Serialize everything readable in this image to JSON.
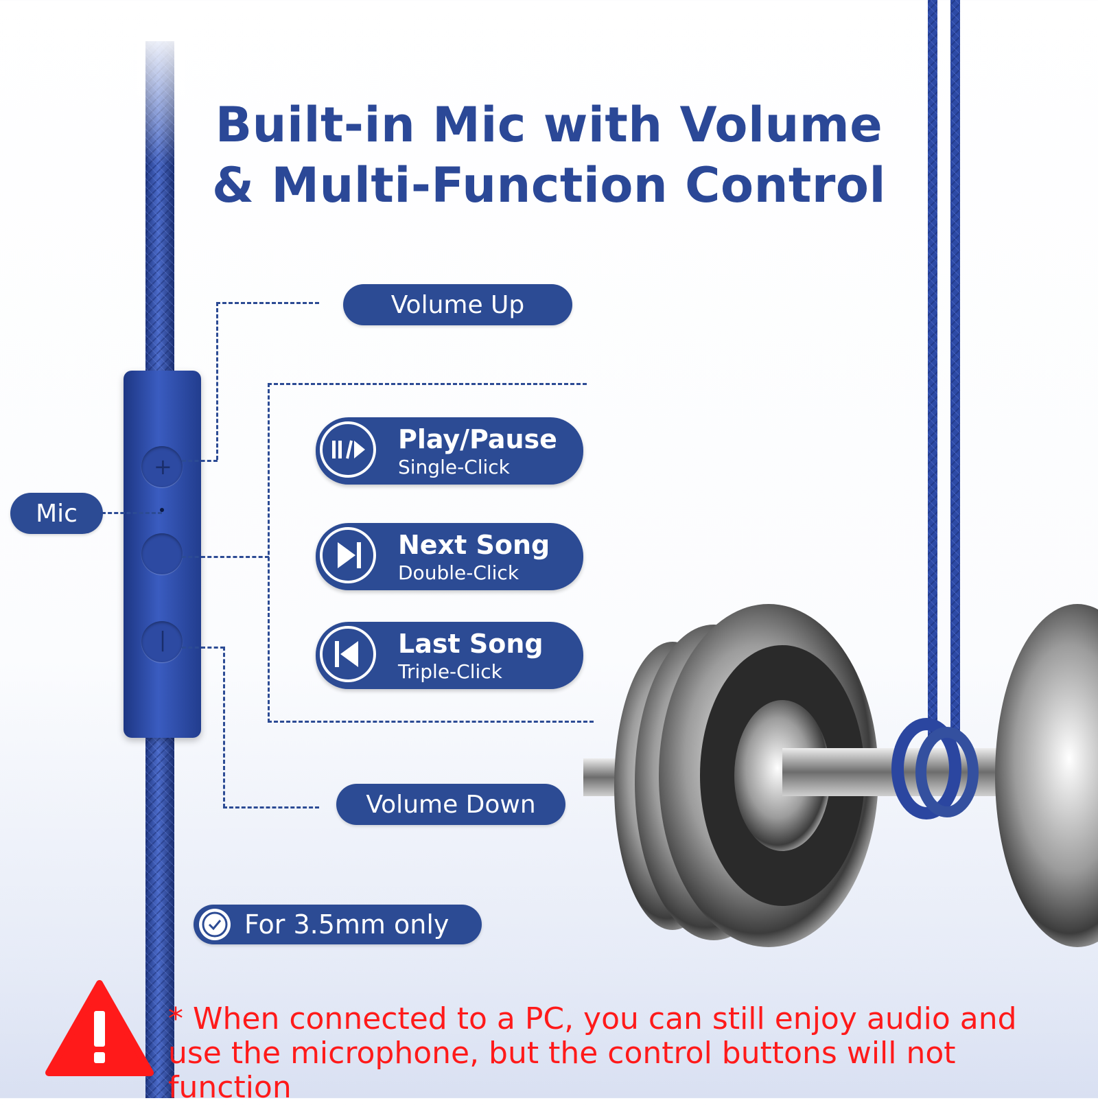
{
  "title": {
    "line1": "Built-in Mic with Volume",
    "line2": "& Multi-Function Control"
  },
  "labels": {
    "volume_up": "Volume Up",
    "volume_down": "Volume Down",
    "mic": "Mic"
  },
  "functions": [
    {
      "name": "Play/Pause",
      "action": "Single-Click",
      "icon": "play-pause-icon"
    },
    {
      "name": "Next Song",
      "action": "Double-Click",
      "icon": "next-track-icon"
    },
    {
      "name": "Last Song",
      "action": "Triple-Click",
      "icon": "previous-track-icon"
    }
  ],
  "compat": {
    "text": "For 3.5mm only",
    "icon": "checkmark-icon"
  },
  "warning": {
    "icon": "exclamation-triangle-icon",
    "line1": "* When connected to a PC, you can still enjoy audio and",
    "line2": "use the microphone, but the control buttons will not function"
  },
  "colors": {
    "brand_blue": "#2c4b94",
    "title_blue": "#2b4897",
    "warning_red": "#ff1a1a"
  }
}
